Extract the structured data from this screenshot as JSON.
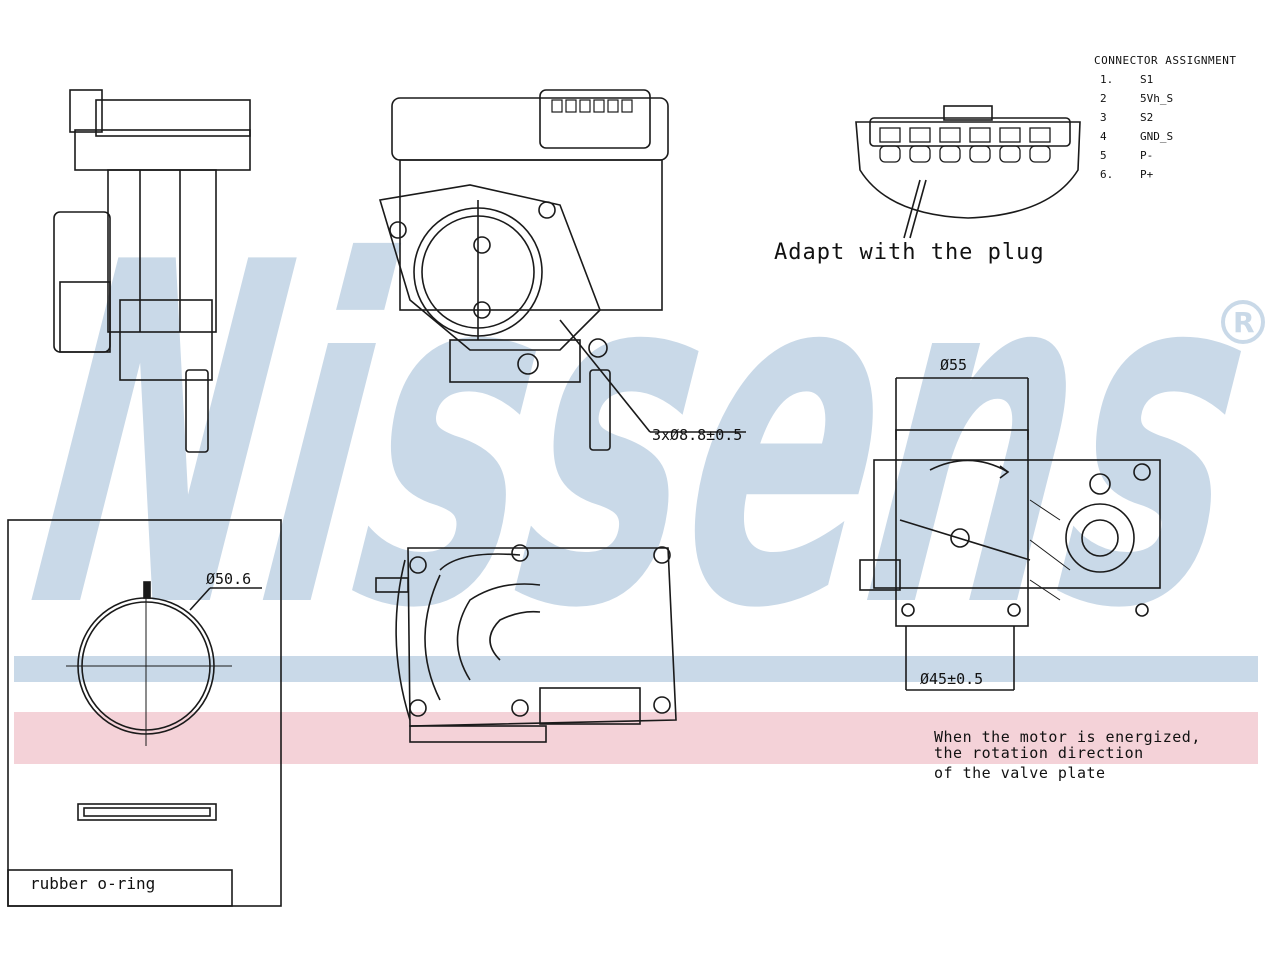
{
  "watermark": {
    "brand": "Nissens",
    "registered_mark": "®"
  },
  "connector": {
    "title": "CONNECTOR ASSIGNMENT",
    "pins": [
      {
        "num": "1.",
        "signal": "S1"
      },
      {
        "num": "2",
        "signal": "5Vh_S"
      },
      {
        "num": "3",
        "signal": "S2"
      },
      {
        "num": "4",
        "signal": "GND_S"
      },
      {
        "num": "5",
        "signal": "P-"
      },
      {
        "num": "6.",
        "signal": "P+"
      }
    ],
    "plug_label": "Adapt with the plug"
  },
  "dimensions": {
    "holes": "3xØ8.8±0.5",
    "inlet": "Ø55",
    "outlet": "Ø45±0.5",
    "oring": "Ø50.6"
  },
  "notes": {
    "line1": "When the motor is energized,",
    "line2": "the rotation direction",
    "line3": "of the valve plate"
  },
  "oring_label": "rubber o-ring",
  "colors": {
    "watermark_blue": "#c9d9e8",
    "watermark_pink": "#f4d2d8",
    "line": "#1a1a1a"
  }
}
